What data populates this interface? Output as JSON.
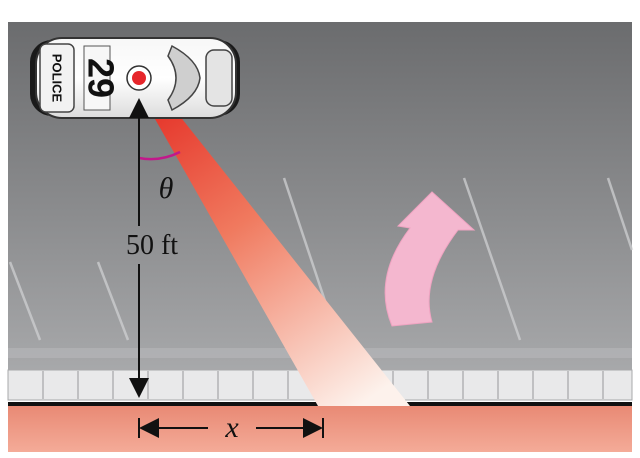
{
  "diagram": {
    "car": {
      "number": "29",
      "side_text": "POLICE"
    },
    "angle_label": "θ",
    "distance_label": "50 ft",
    "span_label": "x",
    "colors": {
      "sky_top": "#6f7072",
      "sky_bottom": "#9c9d9f",
      "beam_start": "#e8392b",
      "beam_end": "#fbe9e2",
      "arrow": "#f4b7cf",
      "angle_arc": "#c2188b",
      "street": "#f19a86",
      "siren": "#e6262b"
    },
    "icons": [
      "police-car-icon",
      "rotation-arrow-icon"
    ]
  }
}
